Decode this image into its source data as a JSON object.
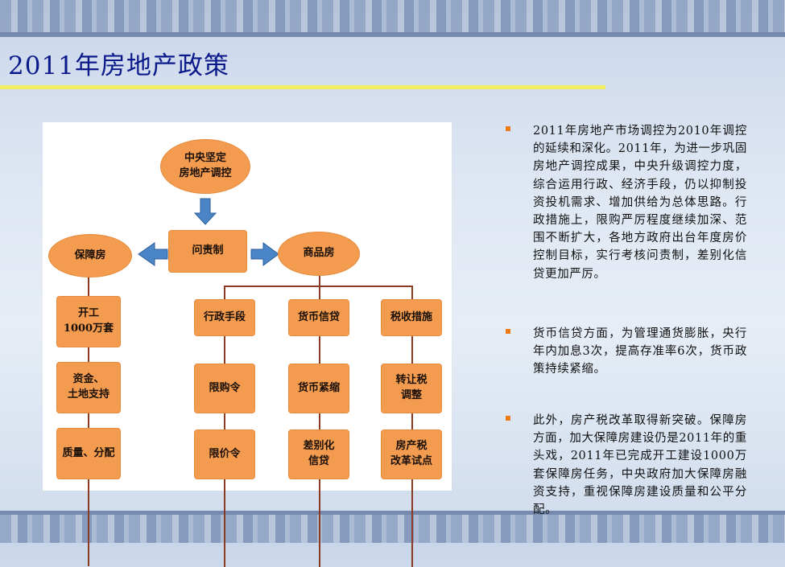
{
  "slide": {
    "title": "2011年房地产政策"
  },
  "diagram": {
    "center": "中央坚定\n房地产调控",
    "accountability": "问责制",
    "left_branch": "保障房",
    "right_branch": "商品房",
    "baozhang_items": [
      "开工\n1000万套",
      "资金、\n土地支持",
      "质量、分配"
    ],
    "columns": [
      {
        "header": "行政手段",
        "items": [
          "限购令",
          "限价令"
        ]
      },
      {
        "header": "货币信贷",
        "items": [
          "货币紧缩",
          "差别化\n信贷"
        ]
      },
      {
        "header": "税收措施",
        "items": [
          "转让税\n调整",
          "房产税\n改革试点"
        ]
      }
    ]
  },
  "bullets": [
    "2011年房地产市场调控为2010年调控的延续和深化。2011年，为进一步巩固房地产调控成果，中央升级调控力度，综合运用行政、经济手段，仍以抑制投资投机需求、增加供给为总体思路。行政措施上，限购严厉程度继续加深、范围不断扩大，各地方政府出台年度房价控制目标，实行考核问责制，差别化信贷更加严厉。",
    "货币信贷方面，为管理通货膨胀，央行年内加息3次，提高存准率6次，货币政策持续紧缩。",
    "此外，房产税改革取得新突破。保障房方面，加大保障房建设仍是2011年的重头戏，2011年已完成开工建设1000万套保障房任务，中央政府加大保障房融资支持，重视保障房建设质量和公平分配。"
  ],
  "colors": {
    "title": "#0b1a8a",
    "title_bar": "#f3ef60",
    "node_fill": "#f39b4f",
    "connector": "#8a3b22",
    "arrow": "#4a86c7",
    "bullet_mark": "#f07a12"
  }
}
